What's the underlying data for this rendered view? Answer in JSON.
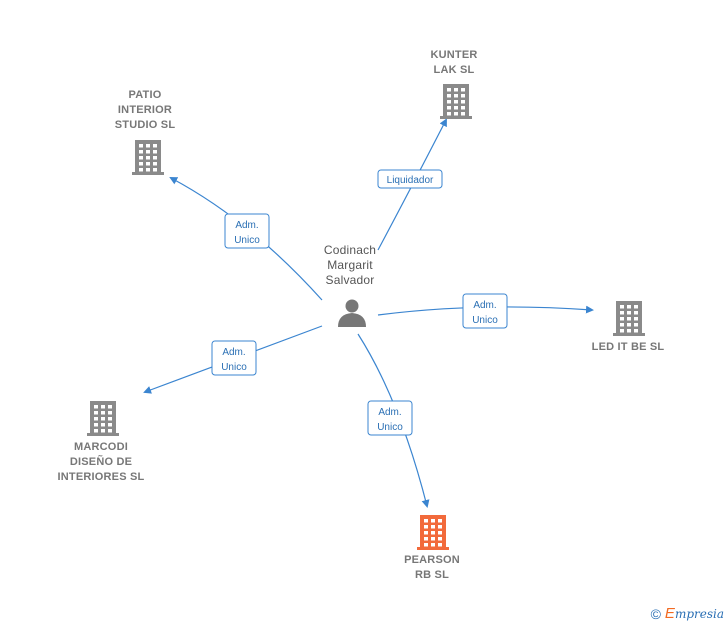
{
  "center_person": {
    "name": "Codinach\nMargarit\nSalvador",
    "icon": "person-icon"
  },
  "companies": [
    {
      "id": "kunter",
      "name": "KUNTER\nLAK SL",
      "icon": "building-icon",
      "color": "#8a8a8a"
    },
    {
      "id": "patio",
      "name": "PATIO\nINTERIOR\nSTUDIO  SL",
      "icon": "building-icon",
      "color": "#8a8a8a"
    },
    {
      "id": "ledit",
      "name": "LED IT BE SL",
      "icon": "building-icon",
      "color": "#8a8a8a"
    },
    {
      "id": "marcodi",
      "name": "MARCODI\nDISEÑO DE\nINTERIORES SL",
      "icon": "building-icon",
      "color": "#8a8a8a"
    },
    {
      "id": "pearson",
      "name": "PEARSON\nRB  SL",
      "icon": "building-icon",
      "color": "#f26a3b"
    }
  ],
  "relations": [
    {
      "to": "kunter",
      "label": "Liquidador"
    },
    {
      "to": "patio",
      "label": "Adm.\nUnico"
    },
    {
      "to": "ledit",
      "label": "Adm.\nUnico"
    },
    {
      "to": "marcodi",
      "label": "Adm.\nUnico"
    },
    {
      "to": "pearson",
      "label": "Adm.\nUnico"
    }
  ],
  "colors": {
    "edge": "#3b85d0",
    "label_border": "#3b85d0",
    "label_text": "#2a6fb4"
  },
  "footer": {
    "copyright": "©",
    "brand_initial": "E",
    "brand_rest": "mpresia"
  }
}
